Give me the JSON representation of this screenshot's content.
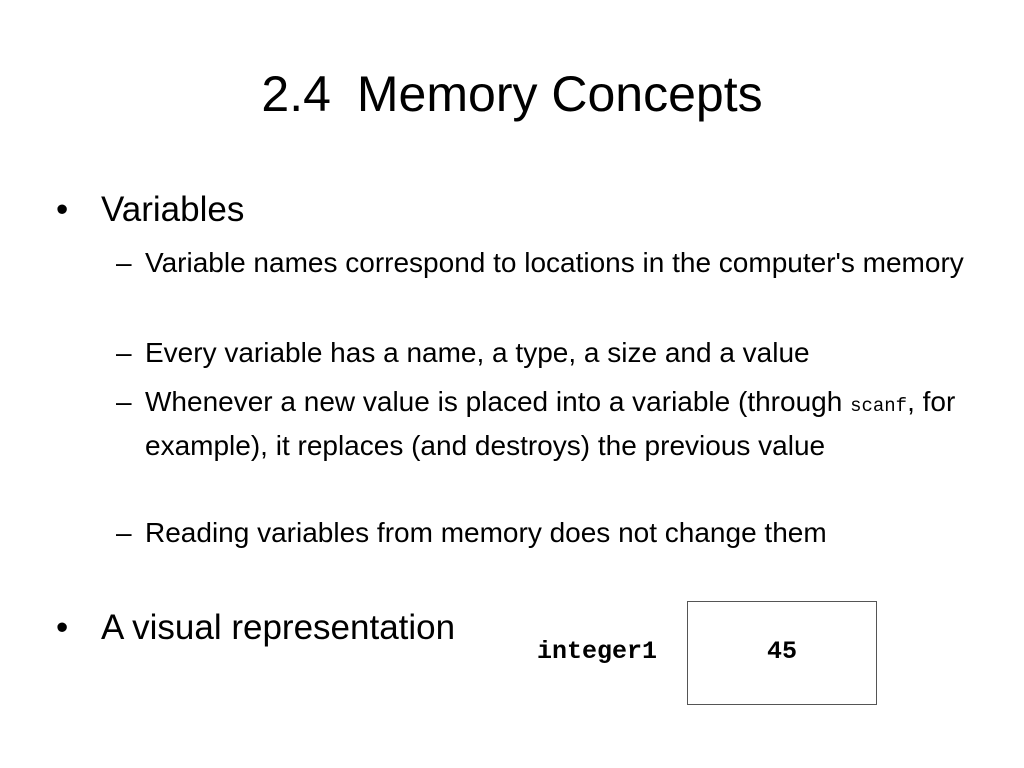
{
  "slide": {
    "title_number": "2.4",
    "title_text": "Memory Concepts"
  },
  "bullets": [
    {
      "marker": "•",
      "text": "Variables",
      "subitems": [
        {
          "marker": "–",
          "text": "Variable names correspond to locations in the computer's memory"
        },
        {
          "marker": "–",
          "text": "Every variable has a name, a type, a size and a value"
        },
        {
          "marker": "–",
          "text_before": "Whenever a new value is placed into a variable (through ",
          "code": "scanf",
          "text_after": ", for example), it replaces (and destroys) the previous value"
        },
        {
          "marker": "–",
          "text": "Reading variables from memory does not change them"
        }
      ]
    },
    {
      "marker": "•",
      "text": "A visual representation"
    }
  ],
  "memory_diagram": {
    "variable_name": "integer1",
    "value": "45"
  }
}
